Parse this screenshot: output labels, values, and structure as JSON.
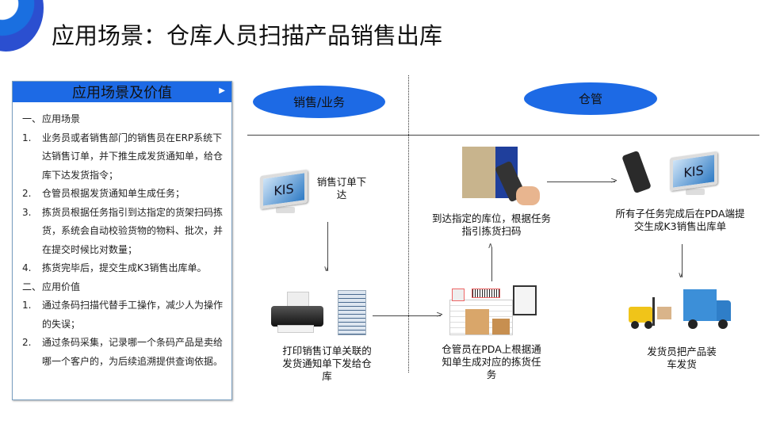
{
  "title": "应用场景：仓库人员扫描产品销售出库",
  "panel": {
    "heading": "应用场景及价值",
    "lines": [
      {
        "num": "一、",
        "text": "应用场景"
      },
      {
        "num": "1.",
        "text": "业务员或者销售部门的销售员在ERP系统下达销售订单，并下推生成发货通知单，给仓库下达发货指令；"
      },
      {
        "num": "2.",
        "text": "仓管员根据发货通知单生成任务；"
      },
      {
        "num": "3.",
        "text": "拣货员根据任务指引到达指定的货架扫码拣货，系统会自动校验货物的物料、批次，并在提交时候比对数量；"
      },
      {
        "num": "4.",
        "text": "拣货完毕后，提交生成K3销售出库单。"
      },
      {
        "num": "二、",
        "text": "应用价值"
      },
      {
        "num": "1.",
        "text": "通过条码扫描代替手工操作，减少人为操作的失误；"
      },
      {
        "num": "2.",
        "text": "通过条码采集，记录哪一个条码产品是卖给哪一个客户的，为后续追溯提供查询依据。"
      }
    ]
  },
  "lanes": {
    "sales": "销售/业务",
    "warehouse": "仓管"
  },
  "kis_label": "KIS",
  "steps": {
    "order": "销售订单下达",
    "print": "打印销售订单关联的发货通知单下发给仓库",
    "task": "仓管员在PDA上根据通知单生成对应的拣货任务",
    "scan": "到达指定的库位，根据任务指引拣货扫码",
    "submit": "所有子任务完成后在PDA端提交生成K3销售出库单",
    "ship": "发货员把产品装车发货"
  }
}
